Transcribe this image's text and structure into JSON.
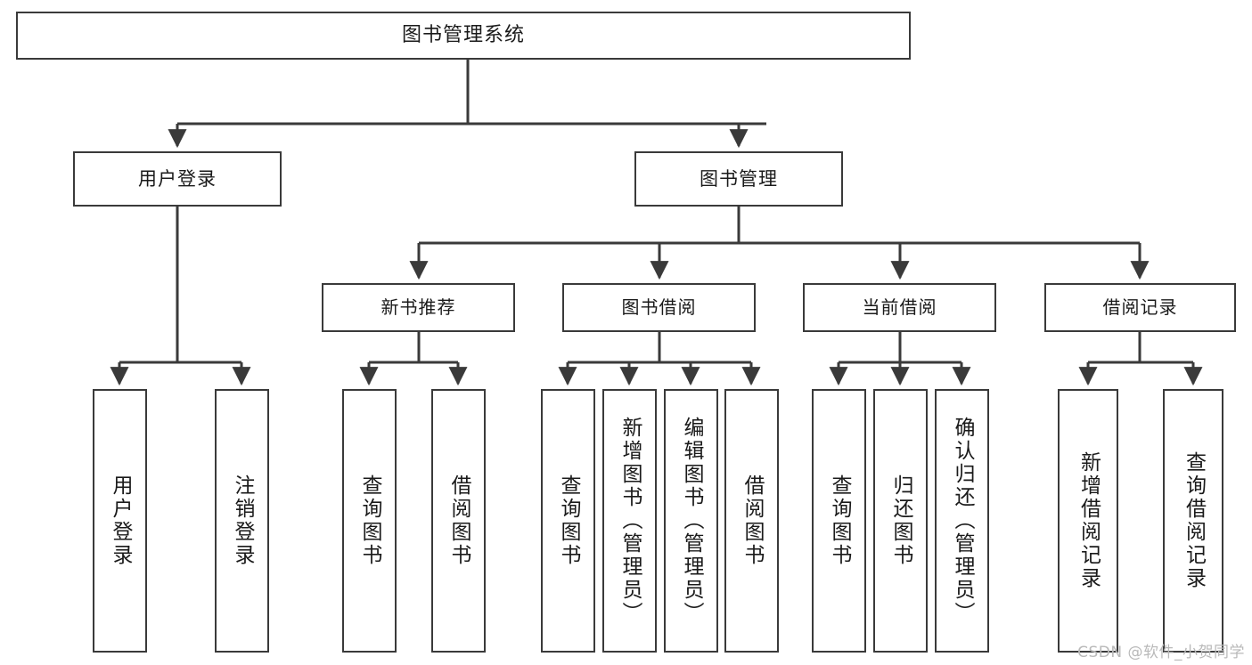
{
  "diagram": {
    "title": "图书管理系统",
    "type": "tree",
    "root": {
      "label": "图书管理系统"
    },
    "level2": [
      {
        "label": "用户登录"
      },
      {
        "label": "图书管理"
      }
    ],
    "level3": [
      {
        "label": "新书推荐"
      },
      {
        "label": "图书借阅"
      },
      {
        "label": "当前借阅"
      },
      {
        "label": "借阅记录"
      }
    ],
    "leaves": {
      "login": [
        {
          "label": "用户登录"
        },
        {
          "label": "注销登录"
        }
      ],
      "new_book": [
        {
          "label": "查询图书"
        },
        {
          "label": "借阅图书"
        }
      ],
      "borrow": [
        {
          "label": "查询图书"
        },
        {
          "label": "新增图书（管理员）"
        },
        {
          "label": "编辑图书（管理员）"
        },
        {
          "label": "借阅图书"
        }
      ],
      "current": [
        {
          "label": "查询图书"
        },
        {
          "label": "归还图书"
        },
        {
          "label": "确认归还（管理员）"
        }
      ],
      "records": [
        {
          "label": "新增借阅记录"
        },
        {
          "label": "查询借阅记录"
        }
      ]
    }
  },
  "watermark": {
    "text": "CSDN @软件_小贺同学"
  },
  "colors": {
    "stroke": "#3a3a3a",
    "background": "#ffffff",
    "text": "#1a1a1a",
    "watermark": "#b9b9b9"
  }
}
